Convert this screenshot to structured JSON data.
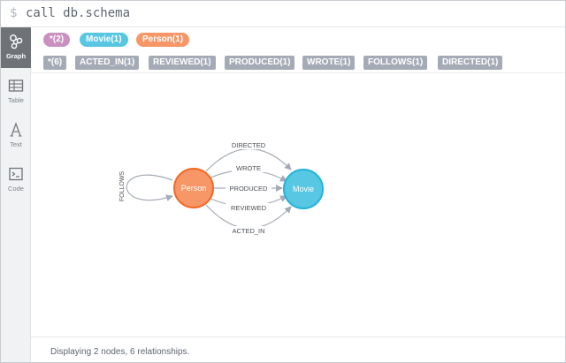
{
  "command": {
    "prompt": "$",
    "text": "call db.schema"
  },
  "sidebar": {
    "items": [
      {
        "label": "Graph",
        "icon": "graph-icon",
        "active": true
      },
      {
        "label": "Table",
        "icon": "table-icon",
        "active": false
      },
      {
        "label": "Text",
        "icon": "text-icon",
        "active": false
      },
      {
        "label": "Code",
        "icon": "code-icon",
        "active": false
      }
    ]
  },
  "labels": [
    {
      "text": "*(2)",
      "color": "#c990c0"
    },
    {
      "text": "Movie(1)",
      "color": "#57c7e3"
    },
    {
      "text": "Person(1)",
      "color": "#f79767"
    }
  ],
  "relationship_types": [
    "*(6)",
    "ACTED_IN(1)",
    "REVIEWED(1)",
    "PRODUCED(1)",
    "WROTE(1)",
    "FOLLOWS(1)",
    "DIRECTED(1)"
  ],
  "graph": {
    "nodes": [
      {
        "id": "person",
        "label": "Person",
        "fill": "#f79767",
        "stroke": "#f36924"
      },
      {
        "id": "movie",
        "label": "Movie",
        "fill": "#57c7e3",
        "stroke": "#23b3d7"
      }
    ],
    "relationships": [
      {
        "type": "DIRECTED",
        "from": "person",
        "to": "movie"
      },
      {
        "type": "WROTE",
        "from": "person",
        "to": "movie"
      },
      {
        "type": "PRODUCED",
        "from": "person",
        "to": "movie"
      },
      {
        "type": "REVIEWED",
        "from": "person",
        "to": "movie"
      },
      {
        "type": "ACTED_IN",
        "from": "person",
        "to": "movie"
      },
      {
        "type": "FOLLOWS",
        "from": "person",
        "to": "person"
      }
    ],
    "edge_color": "#a5abb6"
  },
  "status": {
    "text": "Displaying 2 nodes, 6 relationships."
  }
}
